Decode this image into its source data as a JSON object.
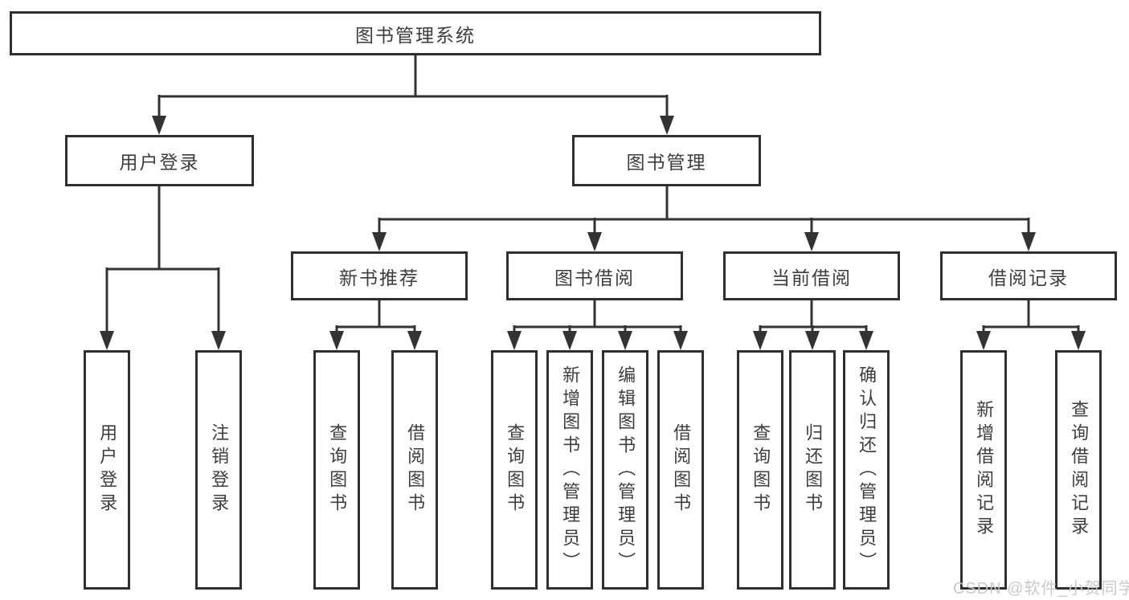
{
  "diagram": {
    "title": "图书管理系统",
    "level2": [
      {
        "label": "用户登录"
      },
      {
        "label": "图书管理"
      }
    ],
    "level3": [
      {
        "label": "新书推荐",
        "parent": "图书管理"
      },
      {
        "label": "图书借阅",
        "parent": "图书管理"
      },
      {
        "label": "当前借阅",
        "parent": "图书管理"
      },
      {
        "label": "借阅记录",
        "parent": "图书管理"
      }
    ],
    "leaves": [
      {
        "label": "用户登录",
        "parent": "用户登录"
      },
      {
        "label": "注销登录",
        "parent": "用户登录"
      },
      {
        "label": "查询图书",
        "parent": "新书推荐"
      },
      {
        "label": "借阅图书",
        "parent": "新书推荐"
      },
      {
        "label": "查询图书",
        "parent": "图书借阅"
      },
      {
        "label": "新增图书（管理员）",
        "parent": "图书借阅"
      },
      {
        "label": "编辑图书（管理员）",
        "parent": "图书借阅"
      },
      {
        "label": "借阅图书",
        "parent": "图书借阅"
      },
      {
        "label": "查询图书",
        "parent": "当前借阅"
      },
      {
        "label": "归还图书",
        "parent": "当前借阅"
      },
      {
        "label": "确认归还（管理员）",
        "parent": "当前借阅"
      },
      {
        "label": "新增借阅记录",
        "parent": "借阅记录"
      },
      {
        "label": "查询借阅记录",
        "parent": "借阅记录"
      }
    ],
    "watermark": "CSDN @软件_小贺同学",
    "colors": {
      "line": "#333333",
      "border": "#2f2f2f",
      "text": "#3d3d3d",
      "watermark": "#c6c6c6",
      "background": "#ffffff"
    }
  }
}
